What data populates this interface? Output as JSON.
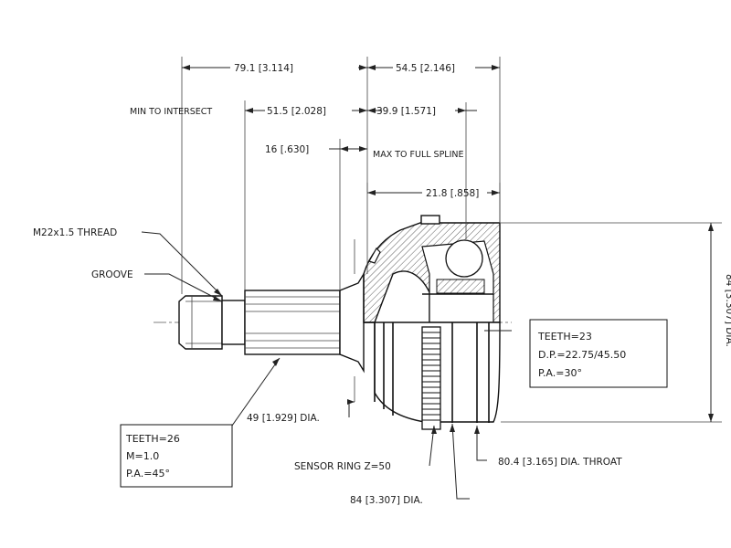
{
  "dimensions": {
    "overall_left": "79.1 [3.114]",
    "overall_right": "54.5 [2.146]",
    "min_to_intersect_label": "MIN TO INTERSECT",
    "min_to_intersect": "51.5 [2.028]",
    "right_spline": "39.9 [1.571]",
    "spline_len": "16 [.630]",
    "max_to_full_spline": "MAX TO FULL SPLINE",
    "housing_width": "21.8 [.858]",
    "outer_dia": "84 [3.307] DIA.",
    "shaft_dia": "49 [1.929] DIA.",
    "throat_dia": "80.4 [3.165] DIA. THROAT",
    "bottom_dia": "84 [3.307] DIA."
  },
  "labels": {
    "thread": "M22x1.5 THREAD",
    "groove": "GROOVE",
    "sensor_ring": "SENSOR RING Z=50"
  },
  "spec_box_outer": {
    "teeth": "TEETH=26",
    "module": "M=1.0",
    "pressure_angle": "P.A.=45°"
  },
  "spec_box_inner": {
    "teeth": "TEETH=23",
    "pitch_dia": "D.P.=22.75/45.50",
    "pressure_angle": "P.A.=30°"
  }
}
